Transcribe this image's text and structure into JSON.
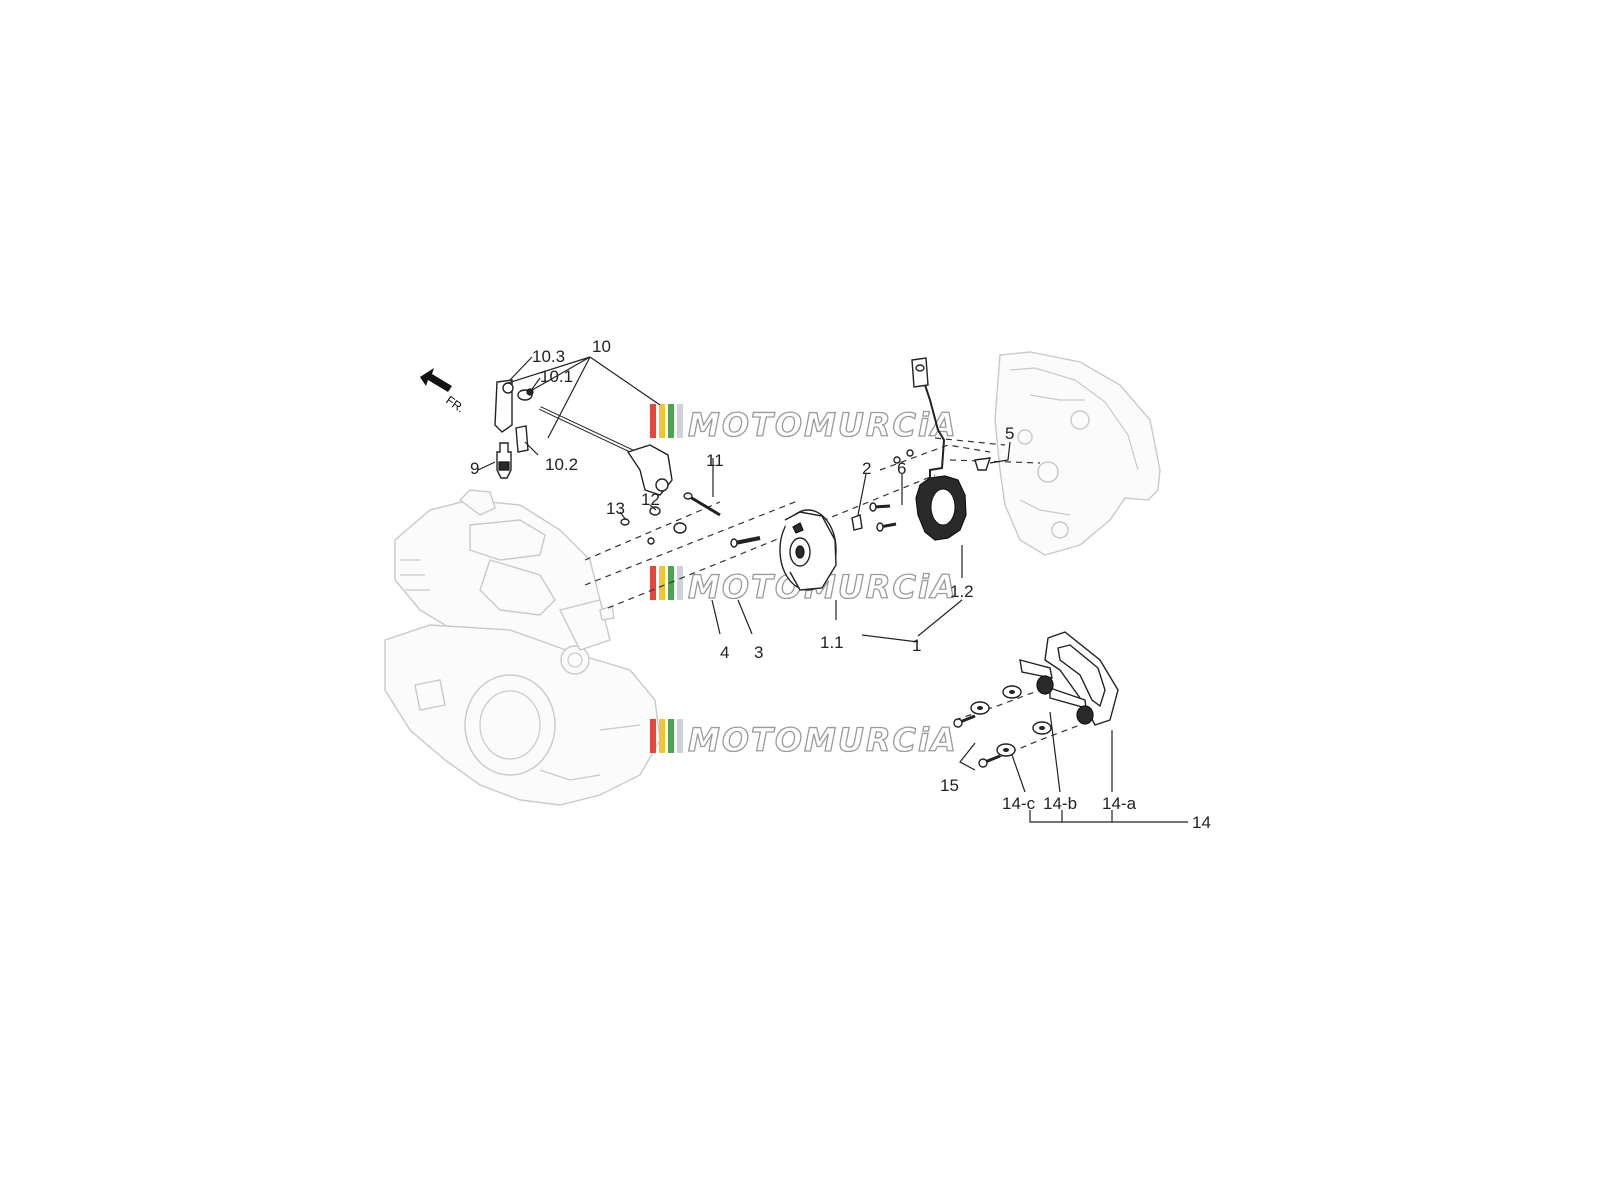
{
  "diagram": {
    "orientation_label": "FR.",
    "watermark_text": "MOTOMURCiA",
    "watermark_colors": [
      "#e8463a",
      "#f2c42e",
      "#4aa54f",
      "#cfd2d6"
    ],
    "callouts": {
      "c10": "10",
      "c10_3": "10.3",
      "c10_1": "10.1",
      "c10_2": "10.2",
      "c9": "9",
      "c11": "11",
      "c12": "12",
      "c13": "13",
      "c2": "2",
      "c6": "6",
      "c5": "5",
      "c1_2": "1.2",
      "c1_1": "1.1",
      "c1": "1",
      "c4": "4",
      "c3": "3",
      "c15": "15",
      "c14_c": "14-c",
      "c14_b": "14-b",
      "c14_a": "14-a",
      "c14": "14"
    }
  }
}
